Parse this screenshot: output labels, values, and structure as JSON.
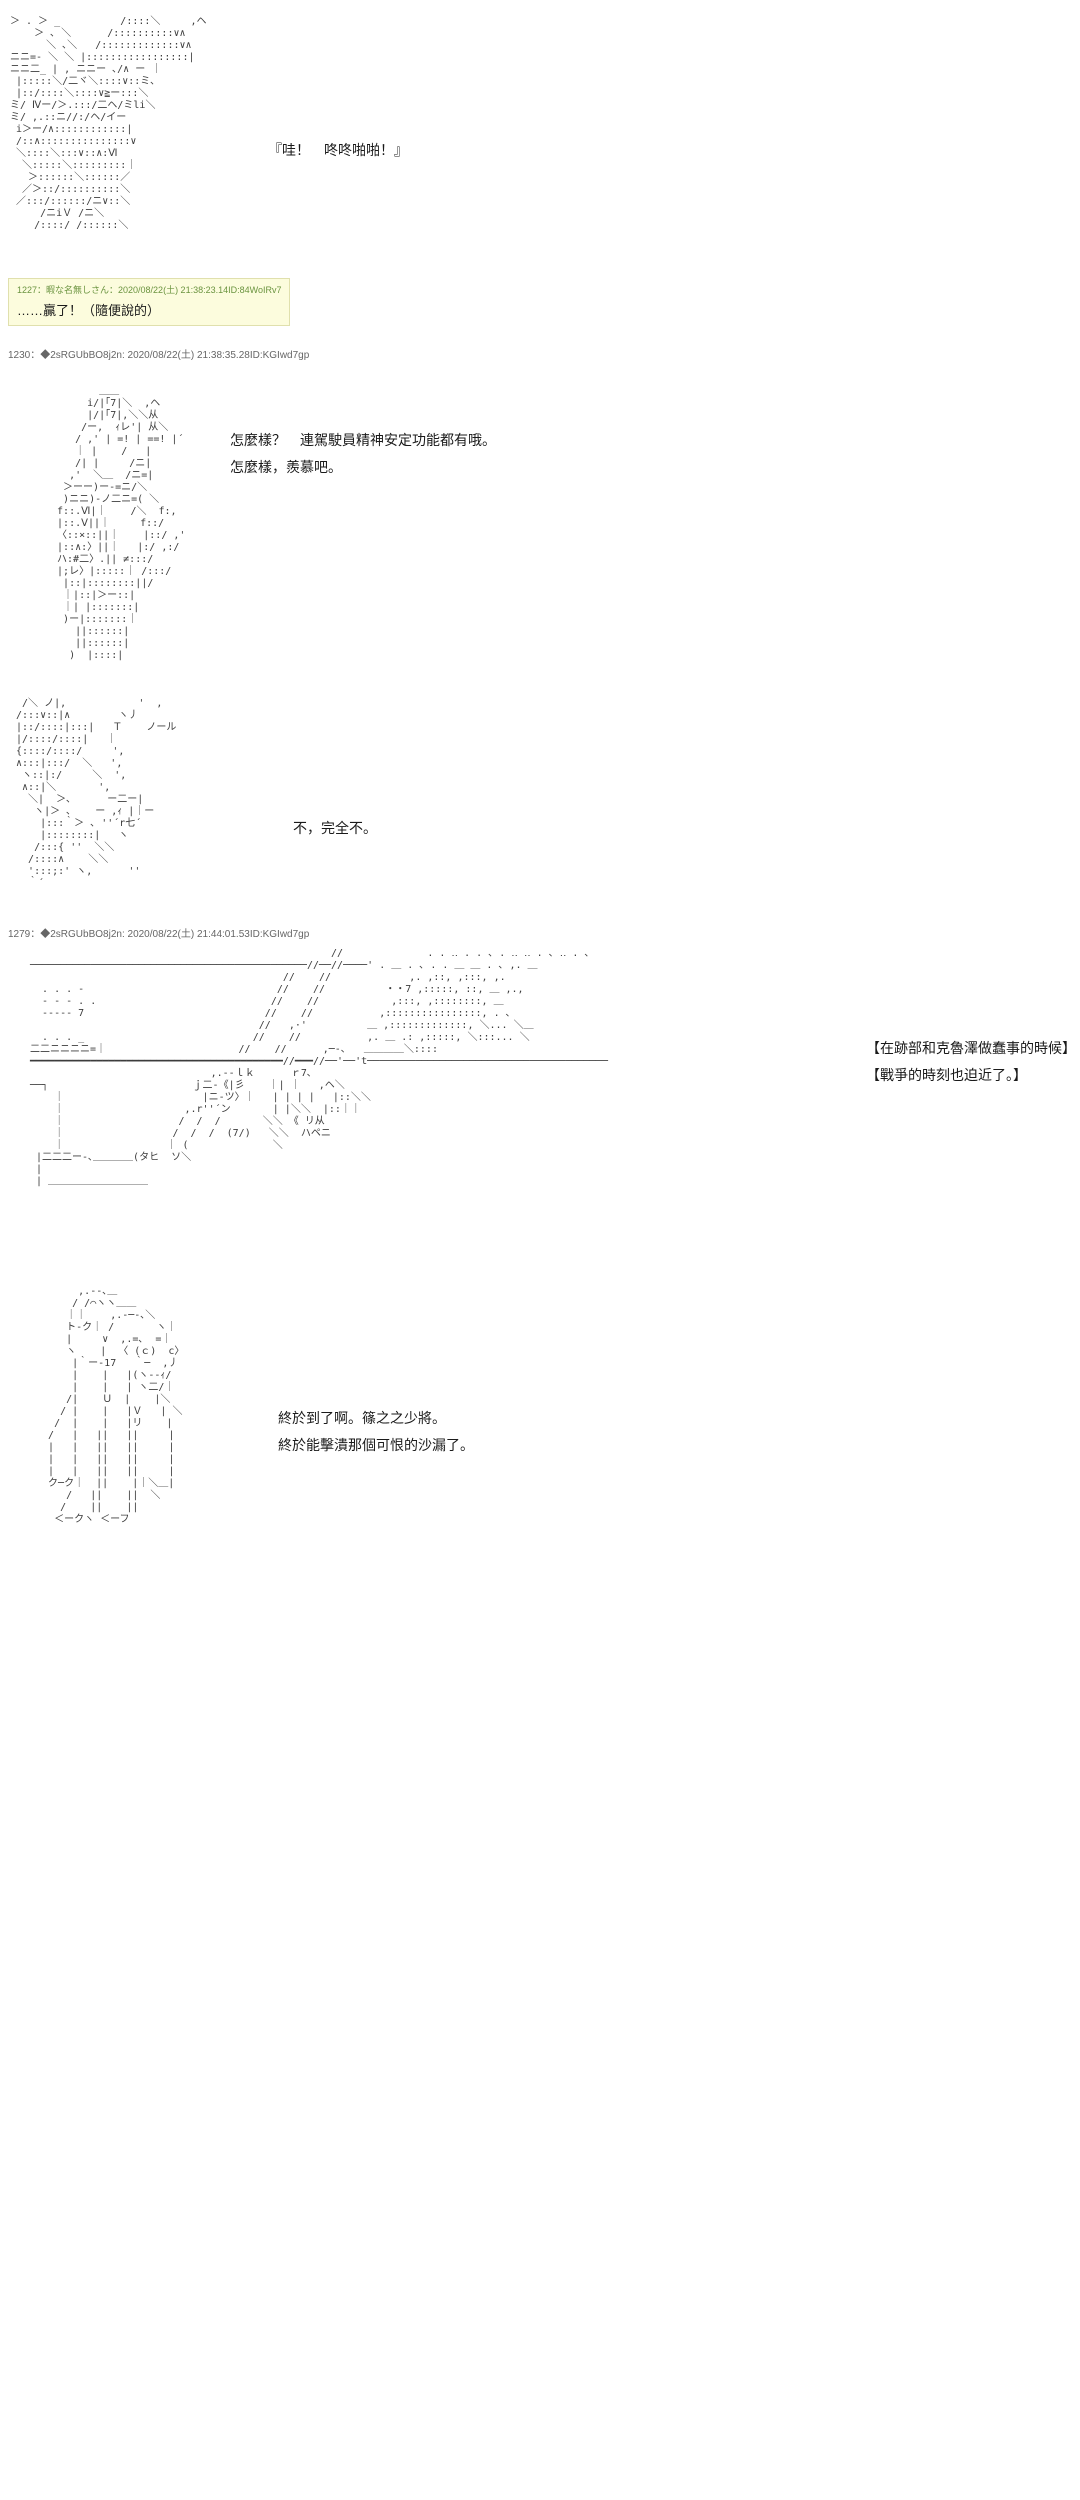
{
  "posts": {
    "p1227": {
      "header": "1227：暇な名無しさん：2020/08/22(土) 21:38:23.14ID:84WoIRv7",
      "body": "……贏了！（隨便說的）"
    },
    "p1230": {
      "header": "1230：◆2sRGUbBO8j2n: 2020/08/22(土) 21:38:35.28ID:KGIwd7gp"
    },
    "p1279": {
      "header": "1279：◆2sRGUbBO8j2n: 2020/08/22(土) 21:44:01.53ID:KGIwd7gp"
    }
  },
  "dialogue": {
    "d1": "『哇！　咚咚啪啪！』",
    "d2a": "怎麼樣？　連駕駛員精神安定功能都有哦。",
    "d2b": "怎麼樣，羨慕吧。",
    "d3": "不，完全不。",
    "d4a": "【在跡部和克魯澤做蠢事的時候】",
    "d4b": "【戰爭的時刻也迫近了。】",
    "d5a": "終於到了啊。篠之之少將。",
    "d5b": "終於能擊潰那個可恨的沙漏了。"
  },
  "aa": {
    "block1": "＞ . ＞ _          /::::＼     ,ヘ\n    ＞ ､ ＼      /::::::::::∨∧\n      ＼ ､＼   /:::::::::::::∨∧\nニニ=- ＼ ＼ |:::::::::::::::::|\nニニ二_ | , ニニー ､/∧ ー ｜\n |:::::＼/二ヾ＼::::∨::ミ､\n |::/::::＼::::∨≧ー:::＼\nミ/ Ⅳー/＞.:::/二ヘ/ミli＼\nミ/ ,.::ニ//:/ヘ/イー\n i＞ー/∧::::::::::::|\n /::∧:::::::::::::::∨\n ＼::::＼:::∨::∧:Ⅵ\n  ＼:::::＼:::::::::｜\n   ＞::::::＼::::::／\n  ／＞::/::::::::::＼\n ／:::/::::::/ニ∨::＼\n     /ニiＶ /ニ＼\n    /::::/ /::::::＼",
    "block2": "         ＿＿\n       i/|｢7|＼  ,ヘ\n       |/|｢7|,＼＼从\n      /ー,  ｨレ'| 从＼\n     / ,' | =! | ==! |´\n     ｜ |    /   |\n     /| |     /ニ|\n    ,'  ＼＿  /ニ=|\n   ＞ーー)ー-=ニ/＼\n   )ニニ)-ノ二ニ=( ＼\n  f::.Ⅵ|｜    /＼  f:,\n  |::.Ⅴ||｜     f::/\n  〈::×::||｜    |::/ ,'\n  |::∧:〉||｜   |:/ ,:/\n  ハ:#二〉.|| ≠:::/\n  |;レ〉|:::::｜ /:::/\n   |::|::::::::||/\n   ｜|::|＞ー::|\n   ｜| |:::::::|\n   )ー|:::::::｜\n     ||::::::|\n     ||::::::|\n    )  |::::|",
    "block3": "  /＼ ノ|,            '  ,\n /:::∨::|∧        ヽ丿\n |::/::::|:::|   Ｔ    ノール\n |/::::/::::|   ｜\n {::::/::::/     ',\n ∧:::|:::/  ＼   ',\n  ヽ::|:/     ＼  ',\n  ∧::|＼       ',\n   ＼|  ＞､      ー二ー|\n    ヽ|＞ ､    ー ,ｨ |｜ー\n     |:::｀＞ ､ ''´r七´\n     |::::::::|   ヽ\n    /:::{ ''  ＼＼\n   /::::∧    ＼＼\n   ':::;:' ヽ,      ''\n   ｀´",
    "block4": "                                                  //              . . ‥ . . ､ . ‥ ‥ . ､ ‥ . ､\n──────────────────────────────────────────────//──//────' . ＿ . ､ . . ＿ ＿ . ､ ,. ＿\n                                          //    //             ,. ,::, ,:::, ,.\n  . . . -                                //    //          ・・7 ,:::::, ::, ＿ ,.,\n  - - - . .                             //    //            ,:::, ,::::::::, ＿\n  ----- 7                              //    //           ,::::::::::::::::, . ､\n                                      //   ,·'          ＿ ,:::::::::::::, ＼... ＼＿\n  . . . _                            //    //           ,. ＿ .: ,:::::, ＼:::... ＼\n二二ニニニニ=｜                      //    //      ,─-､   ＿＿＿＿＼::::\n━━━━━━━━━━━━━━━━━━━━━━━━━━━━━━━━━━━━━━━━━━//━━━//──'──'t────────────────────────────────────────\n                              ,.-‐ｌｋ      ｒ7､\n──┐                        ｊ二-《|彡    ｜| ｜   ,ヘ＼\n    ｜                       |ニ-ツ〉｜   | | | |   |::＼＼\n    ｜                    ,.r''´ン       | |＼＼  |::｜｜\n    ｜                   /  /  /       ＼＼ 《 リ从\n    ｜                  /  /  /  (7/)   ＼＼  ハペニ\n    ｜                 ｜ (              ＼\n |二二二ー-､＿＿＿＿(タヒ  ソ＼\n |\n | ＿＿＿＿＿＿＿＿＿＿",
    "block5": "        ,.--､＿\n       / /⌒ヽヽ＿＿\n      ｜｜    ,.-─-､＼\n      ト-ク｜ /       ヽ｜\n      |     ∨  ,.=､  =｜\n      ヽ    |  〈 (ｃ)  c〉\n       |｀ー-17   ｀─  ,丿\n       |    |   |(ヽ--ｨ/\n       |    |   | ヽ二/｜\n      /|    Ｕ  |    |＼\n     / |    |   |Ｖ   | ＼\n    /  |    |   |リ    |\n   /   |   ||   ||     |\n   |   |   ||   ||     |\n   |   |   ||   ||     |\n   |   |   ||   ||     |\n   ク─ク｜  ||    |｜＼＿|\n      /   ||    ||  ＼\n     /    ||    ||\n    ＜ークヽ ＜ーフ"
  }
}
